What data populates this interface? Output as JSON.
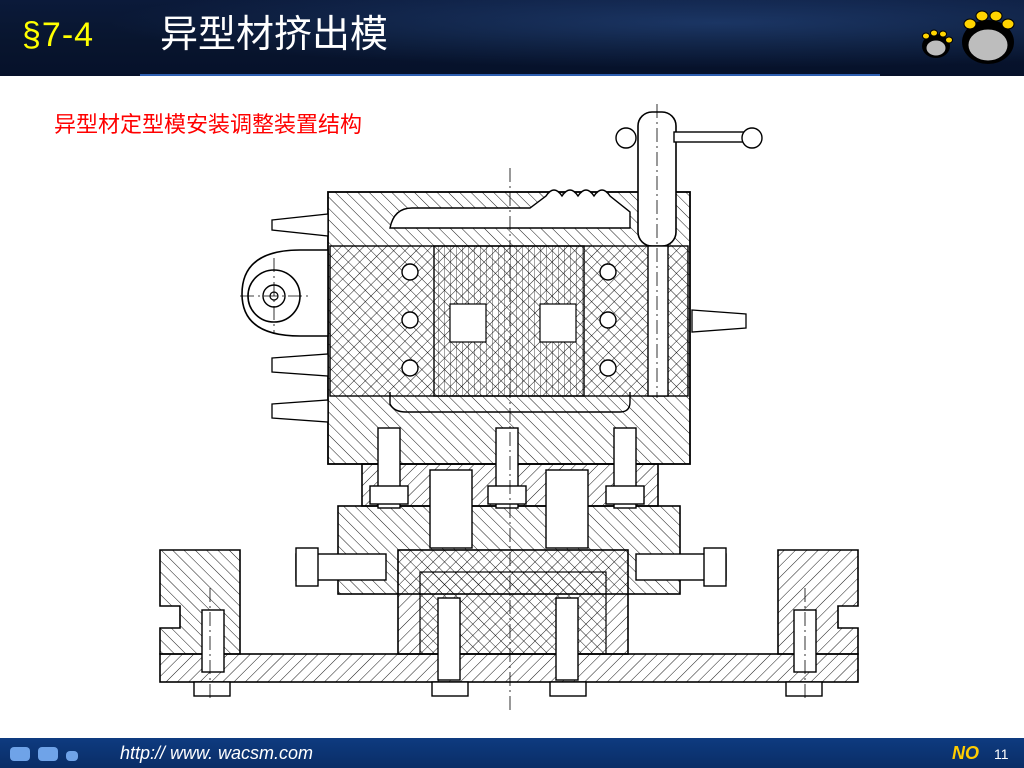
{
  "header": {
    "section_number": "§7-4",
    "title": "异型材挤出模",
    "logo_icon": "paw-logo-icon"
  },
  "content": {
    "subtitle": "异型材定型模安装调整装置结构",
    "drawing_icon": "die-assembly-drawing"
  },
  "footer": {
    "url": "http:// www. wacsm.com",
    "no_label": "NO",
    "page_number": "11"
  },
  "colors": {
    "header_bg": "#0b1a3a",
    "section_number": "#ffff00",
    "subtitle": "#ff0000",
    "footer_bg": "#0e3b80",
    "no_label": "#ffcc00"
  }
}
